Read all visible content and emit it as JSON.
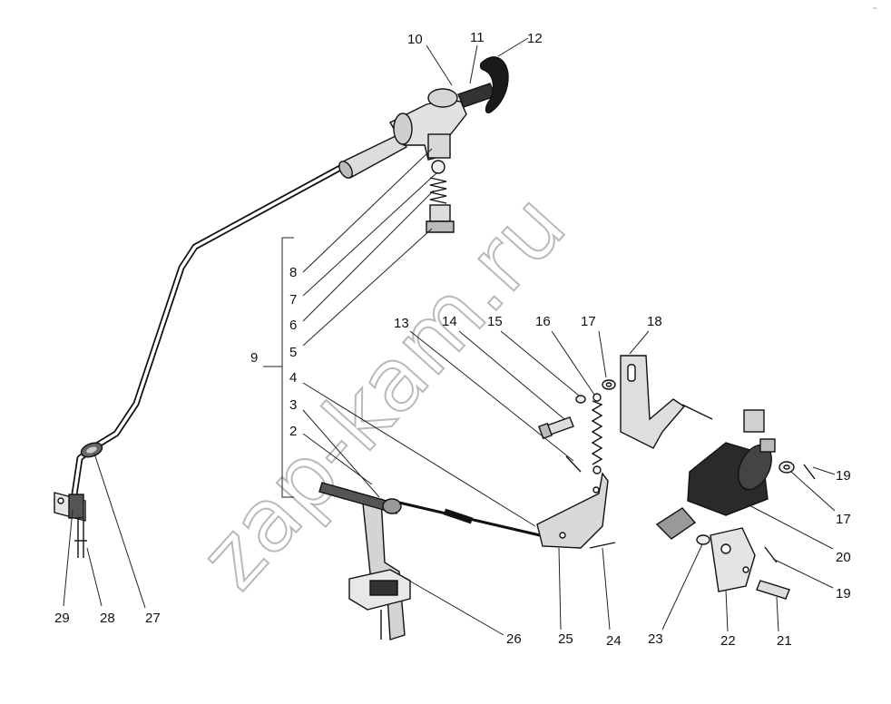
{
  "watermark": "zap-kam.ru",
  "corner_mark": "~",
  "bracket_label": "9",
  "callouts": {
    "c1": "10",
    "c2": "11",
    "c3": "12",
    "c4": "8",
    "c5": "7",
    "c6": "6",
    "c7": "5",
    "c8": "4",
    "c9": "3",
    "c10": "2",
    "c11": "13",
    "c12": "14",
    "c13": "15",
    "c14": "16",
    "c15": "17",
    "c16": "18",
    "c17": "19",
    "c18": "17",
    "c19": "20",
    "c20": "19",
    "c21": "21",
    "c22": "22",
    "c23": "23",
    "c24": "24",
    "c25": "25",
    "c26": "26",
    "c27": "27",
    "c28": "28",
    "c29": "29"
  }
}
